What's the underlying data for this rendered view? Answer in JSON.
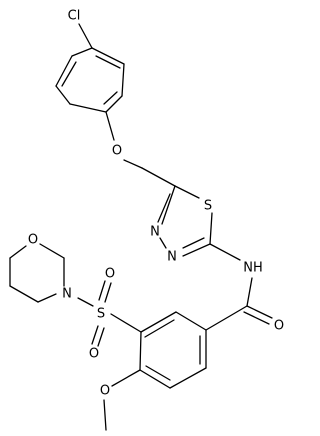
{
  "molecule": {
    "atoms": {
      "cl": "Cl",
      "o_ether": "O",
      "s_ring": "S",
      "n_ring1": "N",
      "n_ring2": "N",
      "nh": "NH",
      "o_amide": "O",
      "s_sulfonyl": "S",
      "o_sulf_top": "O",
      "o_sulf_bottom": "O",
      "n_morph": "N",
      "o_morph": "O",
      "o_methoxy": "O"
    }
  },
  "colors": {
    "line": "#000000",
    "background": "#ffffff"
  }
}
